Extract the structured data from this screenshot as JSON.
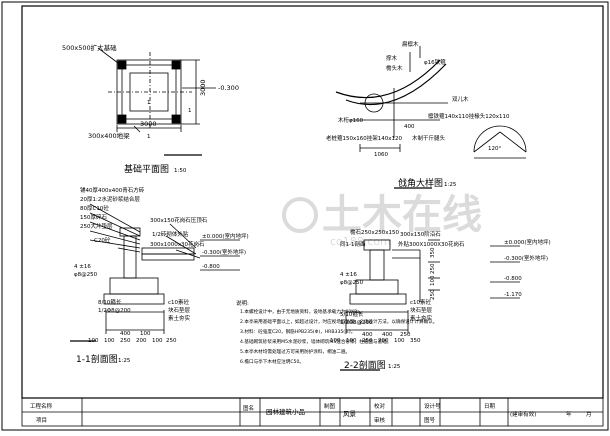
{
  "plan": {
    "footing_label": "500x500扩大基础",
    "post_label": "300x400地梁",
    "dim_3000_v": "3000",
    "dim_3000_h": "3000",
    "elev": "-0.300",
    "m1": "1",
    "m2": "1",
    "m3": "1",
    "title": "基础平面图",
    "scale": "1:50"
  },
  "eave": {
    "labels": [
      "扁檩木",
      "撑木",
      "檐头木",
      "φ16铁箍",
      "木桁φ160",
      "老桩箍150x160挂架140x120",
      "木制干斤腿头",
      "檩铁箍140x110挂椽头120x110",
      "双儿木"
    ],
    "dim_1060": "1060",
    "dim_400": "400",
    "angle": "120°",
    "title": "戗角大样图",
    "scale": "1:25"
  },
  "section1": {
    "layers": [
      "铺40厚400x400青石方砖",
      "20厚1:2水泥砂浆结合层",
      "80厚C10砼",
      "150厚碎石",
      "250大片垫层",
      "C20砼"
    ],
    "callouts": [
      "300x150花岗石压顶石",
      "1/2砖砌体外贴",
      "300x1000x30花岗石"
    ],
    "levels": [
      "±0.000(室内地坪)",
      "-0.300(室外地坪)",
      "-0.800"
    ],
    "rebar": [
      "4 ±16",
      "φ8@250",
      "8/10箍长",
      "1/2Φ8@200"
    ],
    "foundation": [
      "c10素砼",
      "块石垫层",
      "素土夯实"
    ],
    "dims": [
      "100",
      "100",
      "250",
      "200",
      "100",
      "250",
      "400",
      "100"
    ],
    "title": "1-1剖面图",
    "scale": "1:25"
  },
  "section2": {
    "callouts": [
      "檐石250x250x150",
      "外贴300X1000X30花岗石",
      "300x150阶沿石",
      "同1-1剖面"
    ],
    "levels": [
      "±0.000(室内地坪)",
      "-0.300(室外地坪)",
      "-0.800",
      "-1.170"
    ],
    "rebar": [
      "4 ±16",
      "φ8@250",
      "5/10箍长",
      "1/2Φ8@200"
    ],
    "foundation": [
      "c10素砼",
      "块石垫层",
      "素土夯实"
    ],
    "dims": [
      "100",
      "100",
      "250",
      "200",
      "100",
      "350",
      "400",
      "400",
      "250"
    ],
    "vdims": [
      "350",
      "250",
      "100",
      "250"
    ],
    "title": "2-2剖面图",
    "scale": "1:25"
  },
  "notes": {
    "heading": "说明:",
    "items": [
      "1.本螺栓设计中，由于无地质资料，设地基承载力为90KPa。",
      "2.本亭采用基础平面以上，如超过设计，时应视场取处理，必请设计方法，以确保设计计算确认。",
      "3.材料：砼强度C20，钢筋HPB235(Φ)，HRB335(±)。",
      "4.基础砌筑砂浆采用M5水泥砂浆，墙体砌筑M5混合砂浆，柱截面与基础。",
      "5.本亭木材均需处理过方可采用防护涂料，桐油二遍。",
      "6.檐口与亭下木材应注明C50。"
    ]
  },
  "title_block": {
    "project_label": "工程名称",
    "item_label": "项目",
    "drawing_name_label": "图名",
    "drawing_name": "园林建筑小品",
    "draw_label": "制图",
    "draw_value": "风景",
    "check_label": "校对",
    "review_label": "审核",
    "design_label": "设计号",
    "sheet_label": "图号",
    "date_label": "日期",
    "stage": "(建审有效)",
    "year": "年",
    "month": "月"
  },
  "watermark": {
    "text": "土木在线",
    "sub": "co188.com"
  }
}
